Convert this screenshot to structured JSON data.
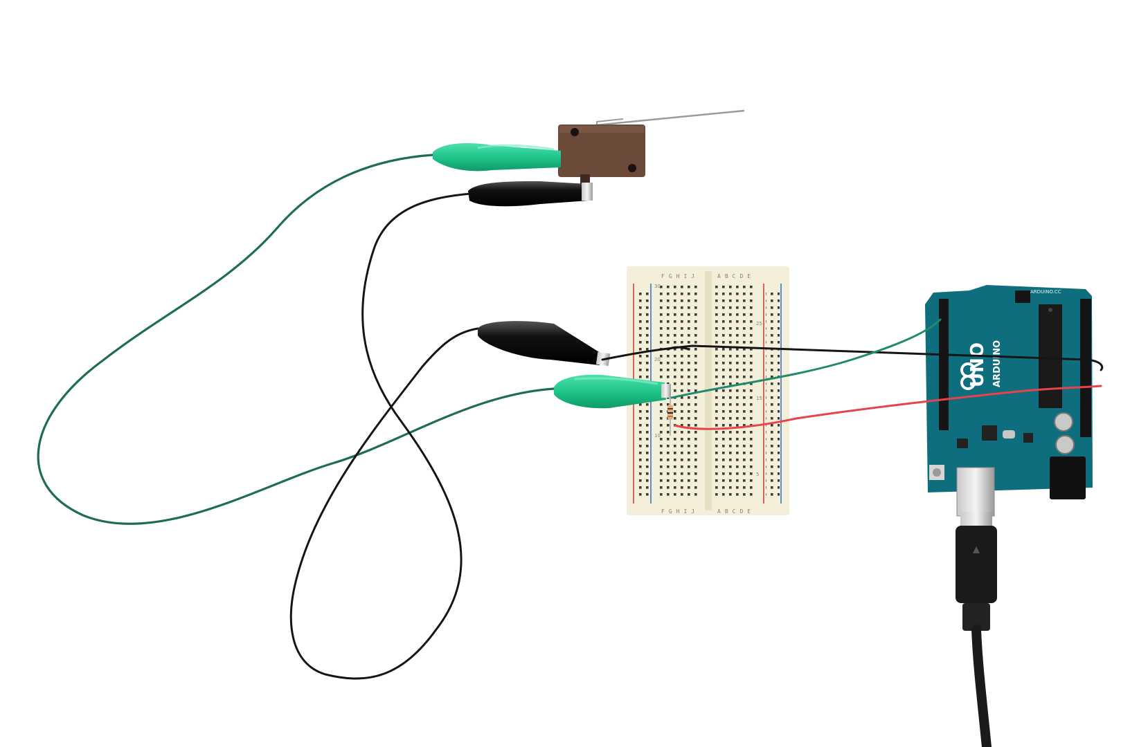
{
  "scene": {
    "objects": [
      "microswitch-with-lever",
      "green-alligator-clip",
      "black-alligator-clip",
      "solderless-breadboard",
      "arduino-uno-board",
      "usb-cable"
    ]
  },
  "breadboard": {
    "letters_left": "FGHIJ",
    "letters_right": "ABCDE",
    "row_numbers": [
      "30",
      "25",
      "20",
      "15",
      "10",
      "5"
    ]
  },
  "arduino": {
    "model": "UNO",
    "brand": "ARDUINO",
    "website": "ARDUINO.CC",
    "pcb_color": "#0f6e7d"
  },
  "wires": {
    "green": "#1f6b5a",
    "black": "#151515",
    "red": "#e8434b",
    "clip_green": "#20c98c",
    "clip_black": "#111111"
  }
}
